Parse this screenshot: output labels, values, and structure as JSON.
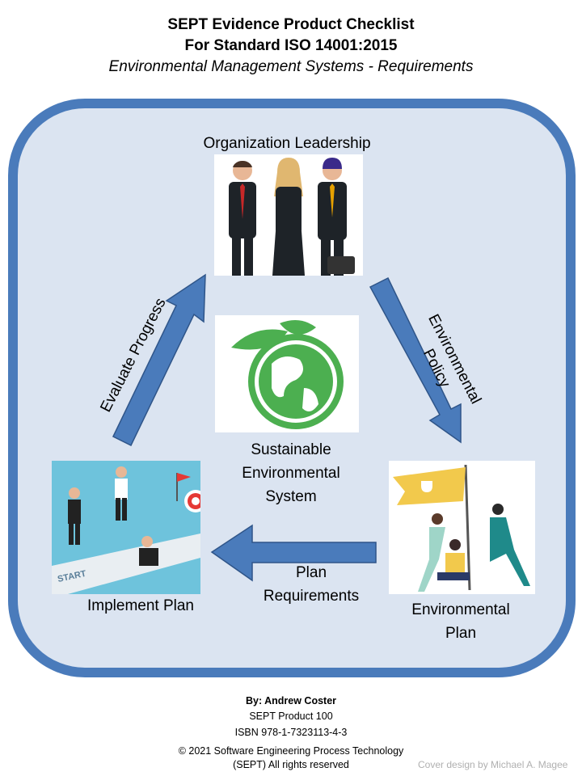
{
  "header": {
    "title_line1": "SEPT Evidence Product Checklist",
    "title_line2": "For Standard ISO 14001:2015",
    "subtitle": "Environmental Management Systems - Requirements"
  },
  "cycle": {
    "top": "Organization Leadership",
    "center_line1": "Sustainable",
    "center_line2": "Environmental",
    "center_line3": "System",
    "arrow_right_line1": "Environmental",
    "arrow_right_line2": "Policy",
    "bottom_right_line1": "Environmental",
    "bottom_right_line2": "Plan",
    "arrow_bottom_line1": "Plan",
    "arrow_bottom_line2": "Requirements",
    "bottom_left": "Implement Plan",
    "arrow_left": "Evaluate Progress",
    "start_text": "START"
  },
  "footer": {
    "author": "By: Andrew Coster",
    "product": "SEPT Product 100",
    "isbn": "ISBN 978-1-7323113-4-3",
    "copyright_line1": "© 2021 Software Engineering Process Technology",
    "copyright_line2": "(SEPT) All rights reserved",
    "cover_credit": "Cover design by Michael A. Magee"
  },
  "colors": {
    "frame": "#4a7bbb",
    "fill": "#dbe4f1",
    "arrow": "#4a7bbb",
    "arrow_outline": "#2f5589"
  }
}
